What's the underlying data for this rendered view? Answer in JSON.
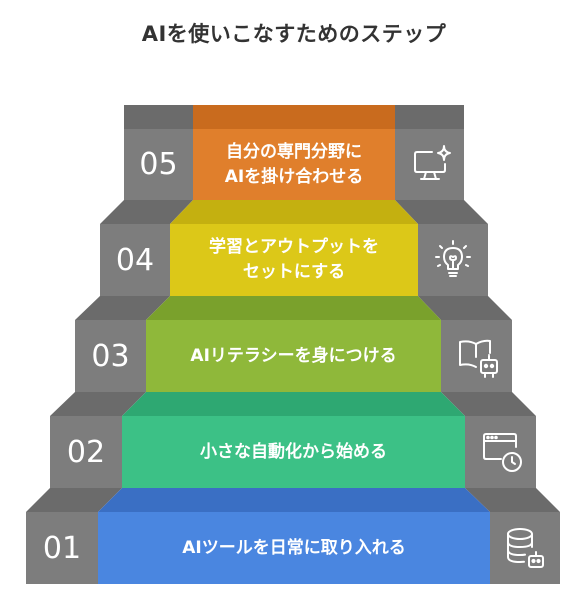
{
  "title": "AIを使いこなすためのステップ",
  "steps": [
    {
      "number": "01",
      "label": "AIツールを日常に取り入れる",
      "color": "#4a86e0",
      "icon": "database-robot-icon"
    },
    {
      "number": "02",
      "label": "小さな自動化から始める",
      "color": "#3cc186",
      "icon": "browser-clock-icon"
    },
    {
      "number": "03",
      "label": "AIリテラシーを身につける",
      "color": "#8fb83a",
      "icon": "book-robot-icon"
    },
    {
      "number": "04",
      "label": "学習とアウトプットを\nセットにする",
      "color": "#dcc818",
      "icon": "lightbulb-icon"
    },
    {
      "number": "05",
      "label": "自分の専門分野に\nAIを掛け合わせる",
      "color": "#e07f2c",
      "icon": "monitor-sparkle-icon"
    }
  ]
}
